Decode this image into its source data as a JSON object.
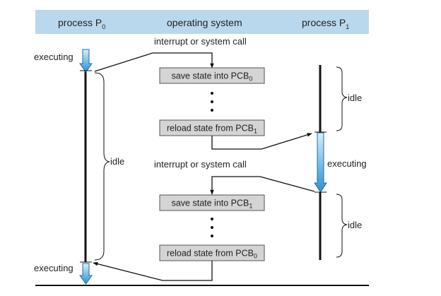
{
  "colors": {
    "header_band": "#b9d8ee",
    "box_fill": "#d4d4d4",
    "box_stroke": "#555555",
    "timeline": "#111111",
    "exec_arrow_top": "#d9eefb",
    "exec_arrow_bottom": "#2a90d0",
    "text": "#222222"
  },
  "header": {
    "p0": {
      "name": "process P",
      "sub": "0"
    },
    "os": "operating system",
    "p1": {
      "name": "process P",
      "sub": "1"
    }
  },
  "labels": {
    "interrupt_top": "interrupt or system call",
    "interrupt_bottom": "interrupt or system call",
    "executing_p0_top": "executing",
    "executing_p0_bottom": "executing",
    "idle_p0": "idle",
    "idle_p1_top": "idle",
    "executing_p1": "executing",
    "idle_p1_bottom": "idle"
  },
  "boxes": {
    "save_pcb0": {
      "text": "save state into PCB",
      "sub": "0"
    },
    "reload_pcb1": {
      "text": "reload state from PCB",
      "sub": "1"
    },
    "save_pcb1": {
      "text": "save state into PCB",
      "sub": "1"
    },
    "reload_pcb0": {
      "text": "reload state from PCB",
      "sub": "0"
    }
  }
}
